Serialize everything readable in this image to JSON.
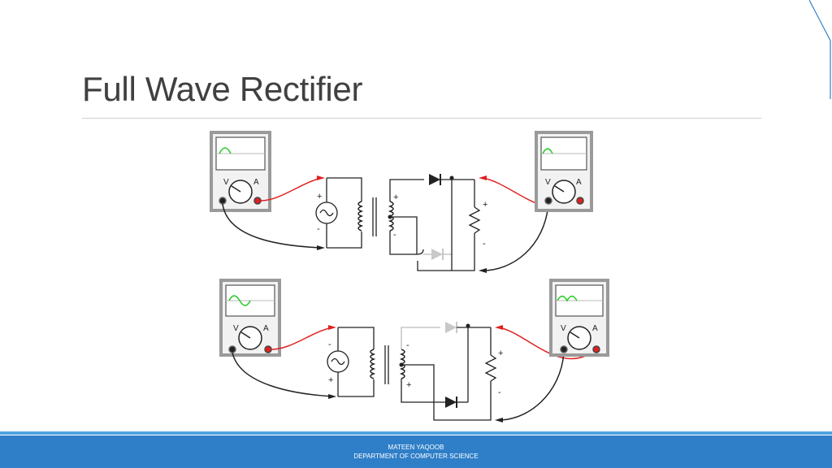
{
  "slide": {
    "title": "Full Wave Rectifier"
  },
  "footer": {
    "author": "MATEEN YAQOOB",
    "department": "DEPARTMENT OF COMPUTER SCIENCE"
  },
  "diagram": {
    "top": {
      "meter_left": {
        "dial_label_v": "V",
        "dial_label_a": "A"
      },
      "meter_right": {
        "dial_label_v": "V",
        "dial_label_a": "A"
      },
      "primary_plus": "+",
      "primary_minus": "-",
      "secondary_plus": "+",
      "secondary_minus": "-",
      "load_plus": "+",
      "load_minus": "-"
    },
    "bottom": {
      "meter_left": {
        "dial_label_v": "V",
        "dial_label_a": "A"
      },
      "meter_right": {
        "dial_label_v": "V",
        "dial_label_a": "A"
      },
      "primary_minus": "-",
      "primary_plus": "+",
      "secondary_minus": "-",
      "secondary_plus": "+",
      "load_plus": "+",
      "load_minus": "-"
    }
  },
  "colors": {
    "accent": "#2f7fc8",
    "accent_light": "#4fa3e0",
    "probe_red": "#e02020",
    "trace_green": "#22cc22",
    "meter_gray": "#9a9a9a"
  }
}
